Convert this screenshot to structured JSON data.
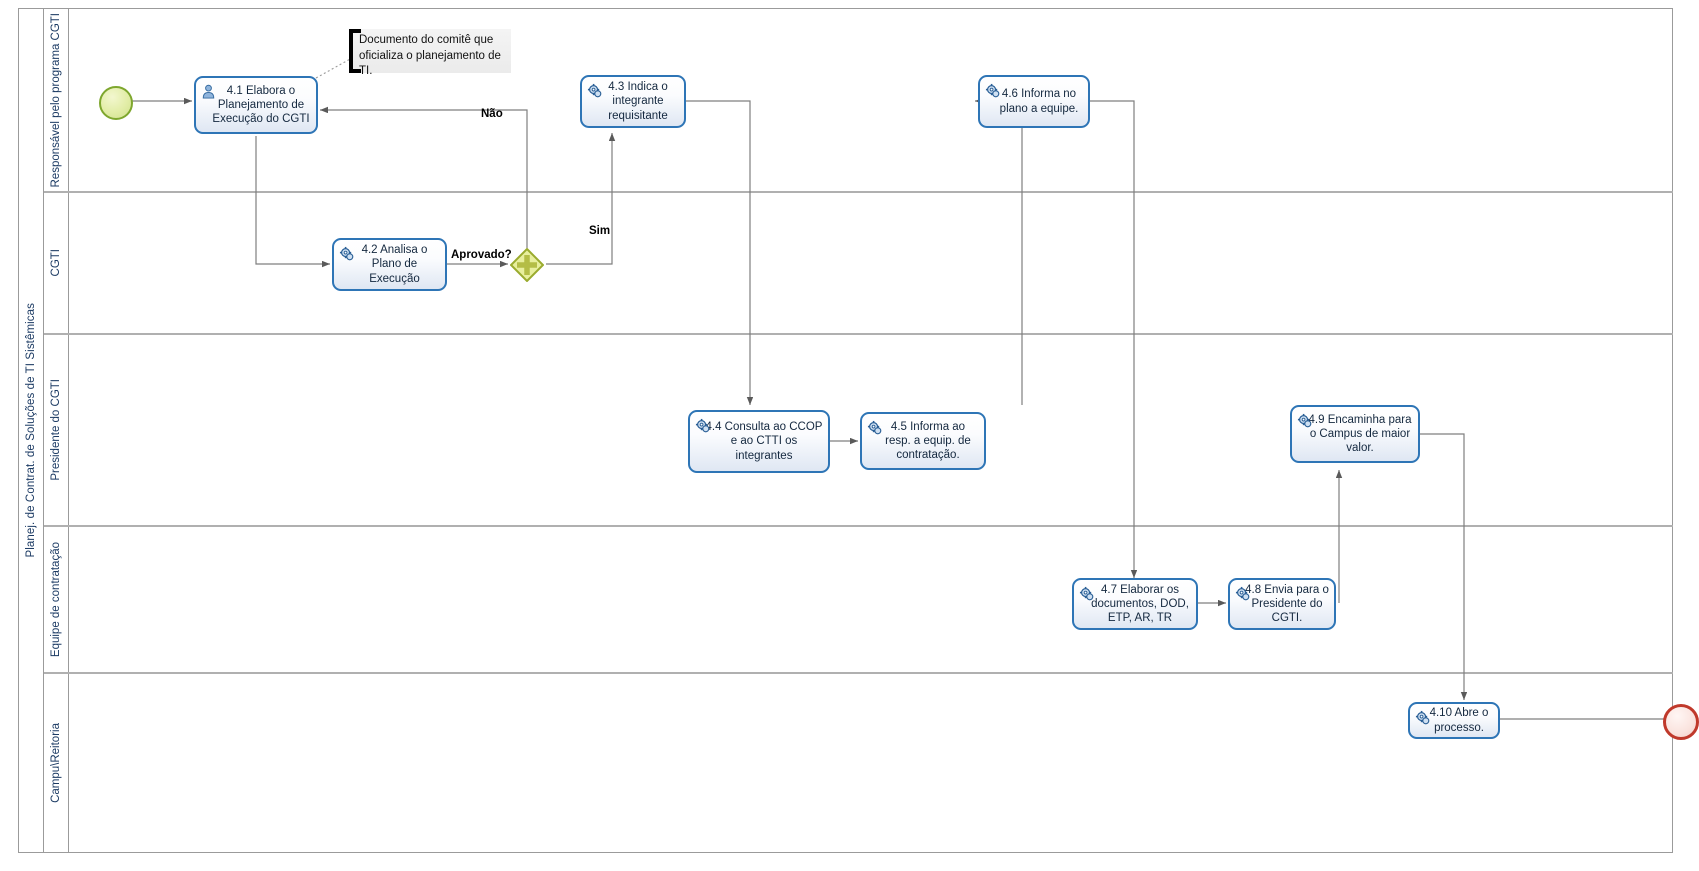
{
  "pool": {
    "title": "Planej. de Contrat. de Soluções de TI Sistêmicas"
  },
  "lanes": [
    {
      "id": "lane-responsavel",
      "label": "Responsável pelo programa CGTI"
    },
    {
      "id": "lane-cgti",
      "label": "CGTI"
    },
    {
      "id": "lane-presidente",
      "label": "Presidente do CGTI"
    },
    {
      "id": "lane-equipe",
      "label": "Equipe de contratação"
    },
    {
      "id": "lane-campus",
      "label": "Campu\\Reitoria"
    }
  ],
  "events": {
    "start": {
      "name": "start-event",
      "label": ""
    },
    "end": {
      "name": "end-event",
      "label": ""
    }
  },
  "gateway": {
    "name": "gateway-aprovado",
    "type": "parallel",
    "label": "Aprovado?"
  },
  "annotation": {
    "text": "Documento do comitê que oficializa o planejamento de TI."
  },
  "flow_labels": {
    "nao": "Não",
    "sim": "Sim",
    "aprovado": "Aprovado?"
  },
  "tasks": [
    {
      "id": "task-4-1",
      "icon": "user-task-icon",
      "label": "4.1 Elabora o Planejamento de Execução do CGTI"
    },
    {
      "id": "task-4-2",
      "icon": "service-task-icon",
      "label": "4.2 Analisa o Plano de Execução"
    },
    {
      "id": "task-4-3",
      "icon": "service-task-icon",
      "label": "4.3 Indica o integrante requisitante"
    },
    {
      "id": "task-4-4",
      "icon": "service-task-icon",
      "label": "4.4 Consulta ao CCOP e ao CTTI os integrantes"
    },
    {
      "id": "task-4-5",
      "icon": "service-task-icon",
      "label": "4.5 Informa ao resp. a equip. de contratação."
    },
    {
      "id": "task-4-6",
      "icon": "service-task-icon",
      "label": "4.6 Informa no plano a equipe."
    },
    {
      "id": "task-4-7",
      "icon": "service-task-icon",
      "label": "4.7 Elaborar os documentos, DOD, ETP, AR, TR"
    },
    {
      "id": "task-4-8",
      "icon": "service-task-icon",
      "label": "4.8 Envia para o Presidente do CGTI."
    },
    {
      "id": "task-4-9",
      "icon": "service-task-icon",
      "label": "4.9 Encaminha para o Campus de maior valor."
    },
    {
      "id": "task-4-10",
      "icon": "service-task-icon",
      "label": "4.10 Abre o processo."
    }
  ],
  "colors": {
    "task_border": "#2e75b6",
    "start_border": "#7ea72e",
    "end_border": "#c0392b",
    "gateway_fill": "#e8ef9e",
    "gateway_border": "#9aab2e",
    "lane_text": "#1b3a63",
    "connector": "#7f7f7f"
  }
}
